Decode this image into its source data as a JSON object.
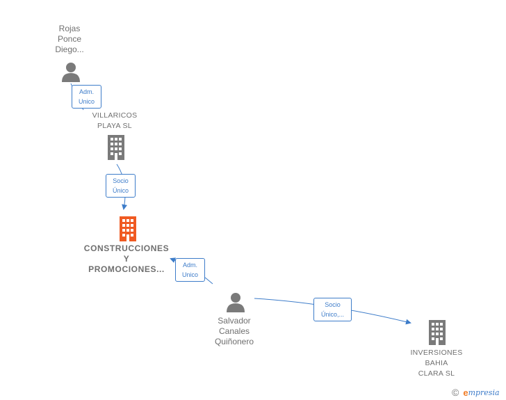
{
  "nodes": {
    "rojas": {
      "lines": [
        "Rojas",
        "Ponce",
        "Diego..."
      ]
    },
    "villaricos": {
      "lines": [
        "VILLARICOS",
        "PLAYA SL"
      ]
    },
    "construcciones": {
      "lines": [
        "CONSTRUCCIONES",
        "Y",
        "PROMOCIONES..."
      ]
    },
    "salvador": {
      "lines": [
        "Salvador",
        "Canales",
        "Quiñonero"
      ]
    },
    "inversiones": {
      "lines": [
        "INVERSIONES",
        "BAHIA",
        "CLARA SL"
      ]
    }
  },
  "relations": {
    "rojas_villaricos": [
      "Adm.",
      "Unico"
    ],
    "villaricos_construcciones": [
      "Socio",
      "Único"
    ],
    "salvador_construcciones": [
      "Adm.",
      "Unico"
    ],
    "salvador_inversiones": [
      "Socio",
      "Único,..."
    ]
  },
  "footer": {
    "copyright": "©",
    "brand_initial": "e",
    "brand_rest": "mpresia"
  },
  "colors": {
    "edge": "#3d7cc9",
    "person": "#7a7a7a",
    "company": "#7a7a7a",
    "focus_company": "#f05a22"
  }
}
